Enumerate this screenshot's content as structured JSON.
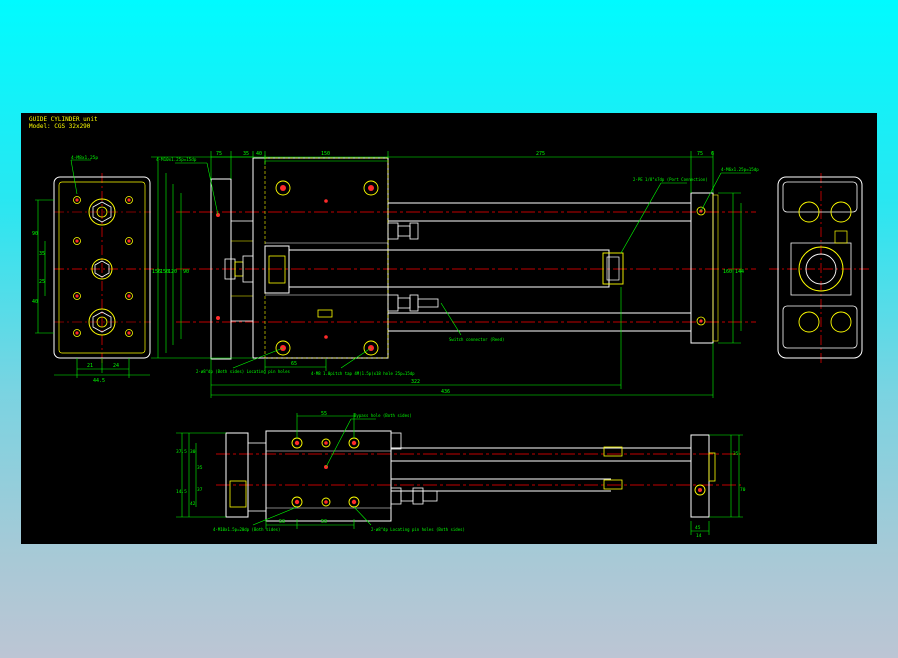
{
  "title_block": {
    "line1": "GUIDE CYLINDER unit",
    "line2": "Model: CGS 32x290"
  },
  "colors": {
    "outline": "#ffffff",
    "hidden": "#ffff00",
    "dimension": "#00ff00",
    "centerline": "#ff0000",
    "title": "#ffff00",
    "background": "#000000"
  },
  "front_view": {
    "top_dims": [
      "75",
      "35",
      "40",
      "150",
      "275",
      "75",
      "6"
    ],
    "bottom_dims": [
      "65",
      "322",
      "436"
    ],
    "left_dims": [
      "120",
      "150",
      "90",
      "156"
    ],
    "right_dims": [
      "160",
      "144"
    ],
    "notes": {
      "tl": "4-M10x1.25p=15dp",
      "rod_end": "2-PE 1/8\"x7dp (Port Connection)",
      "right": "4-M6x1.25p=15dp",
      "loc_pin": "2-ø8\"dp (Both sides) Locating pin holes",
      "tapped": "4-M8 1.0pitch tap 4M(1.5p)x18 hole 25p=15dp",
      "switch": "Switch connector (Reed)"
    }
  },
  "left_view": {
    "top_note": "4-M8x1.25p",
    "left_dims": [
      "90",
      "35",
      "25",
      "40"
    ],
    "bottom_dims": [
      "21",
      "24",
      "44.5"
    ]
  },
  "bottom_view": {
    "top_dims": [
      "55"
    ],
    "left_dims": [
      "37.5",
      "30",
      "35",
      "37",
      "42",
      "14.5"
    ],
    "bottom_dims": [
      "50",
      "50",
      "45"
    ],
    "right_dims": [
      "35",
      "70",
      "14"
    ],
    "notes": {
      "top": "Bypass hole (Both sides)",
      "bl": "4-M10x1.5p=20dp (Both sides)",
      "br": "2-ø8\"dp Locating pin holes (Both sides)"
    }
  }
}
